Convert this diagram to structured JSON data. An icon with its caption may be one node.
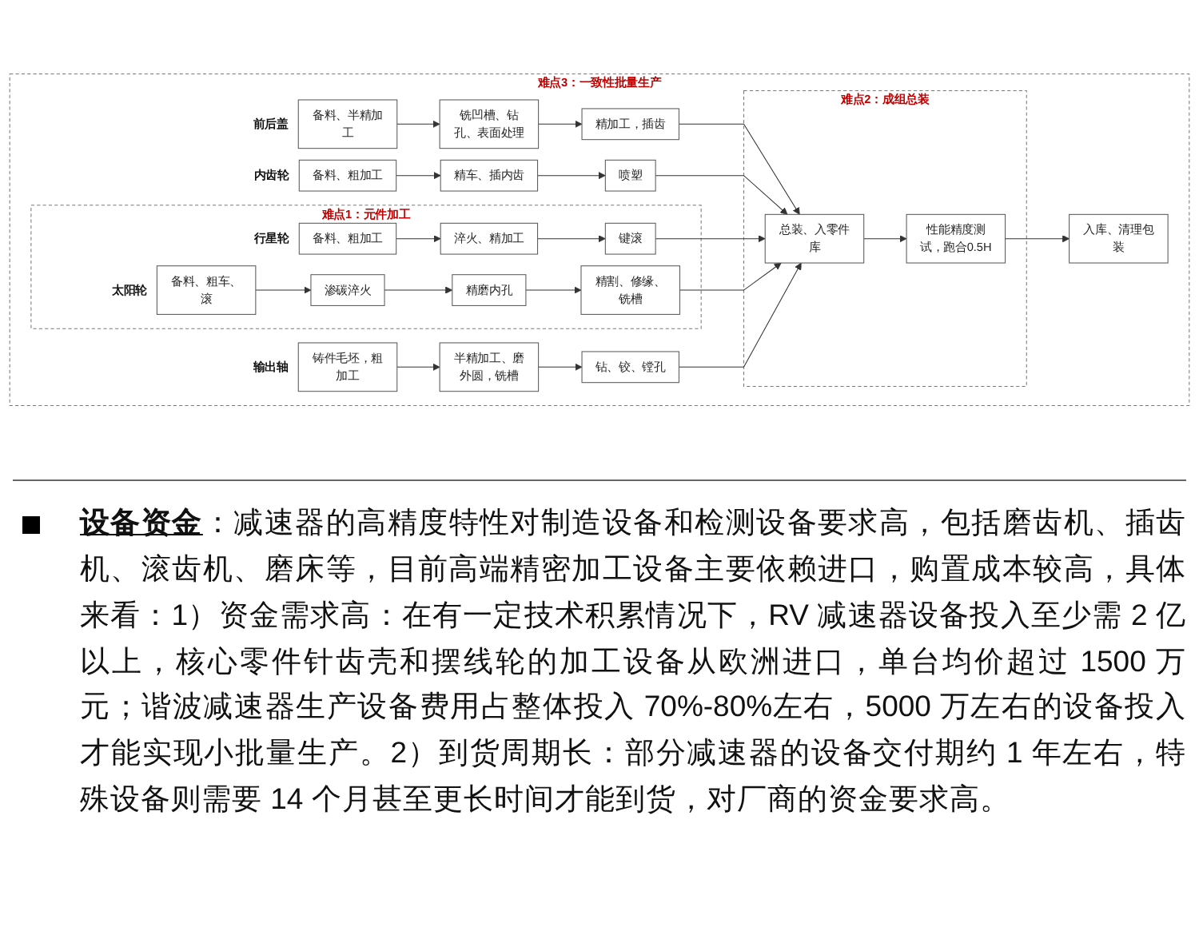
{
  "diagram": {
    "nodes": [
      {
        "text": [
          "难点3：一致性批量生产"
        ]
      },
      {
        "text": [
          "备料、半精加工"
        ],
        "beside": [
          "前后盖"
        ],
        "in": 0
      },
      {
        "text": [
          "铣凹槽、钻孔、表面处理"
        ],
        "in": 0
      },
      {
        "text": [
          "精加工，插齿"
        ],
        "in": 0
      },
      {
        "text": [
          "难点1：元件加工"
        ],
        "in": 0
      },
      {
        "text": [
          "备料、粗加工"
        ],
        "beside": [
          "内齿轮"
        ],
        "in": 0
      },
      {
        "text": [
          "精车、插内齿"
        ],
        "in": 0
      },
      {
        "text": [
          "喷塑"
        ],
        "in": 0
      },
      {
        "text": [
          "键滚"
        ],
        "in": 4
      },
      {
        "text": [
          "淬火、精加工"
        ],
        "in": 4
      },
      {
        "text": [
          "备料、粗加工"
        ],
        "beside": [
          "行星轮"
        ],
        "in": 4
      },
      {
        "text": [
          "精割、修缘、铣槽"
        ],
        "in": 4
      },
      {
        "text": [
          "精磨内孔"
        ],
        "in": 4
      },
      {
        "text": [
          "渗碳淬火"
        ],
        "in": 4
      },
      {
        "text": [
          "备料、粗车、滚"
        ],
        "beside": [
          "太阳轮"
        ],
        "in": 4
      },
      {
        "text": [
          "铸件毛坯，粗加工"
        ],
        "beside": [
          "输出轴"
        ],
        "in": 0
      },
      {
        "text": [
          "半精加工、磨外圆，铣槽"
        ],
        "in": 0
      },
      {
        "text": [
          "钻、铰、镗孔"
        ],
        "in": 0
      },
      {
        "text": [
          "入库、清理包装"
        ],
        "in": 0
      },
      {
        "text": [
          "难点2：成组总装"
        ],
        "in": 0
      },
      {
        "text": [
          "性能精度测试，跑合0.5H"
        ],
        "in": 19
      },
      {
        "text": [
          "总装、入零件库"
        ],
        "in": 19
      }
    ],
    "edges": [
      {
        "from": 1,
        "to": 2,
        "arrow": "to"
      },
      {
        "from": 2,
        "to": 3,
        "arrow": "to"
      },
      {
        "from": 3,
        "to": 21,
        "arrow": "to"
      },
      {
        "from": 5,
        "to": 6,
        "arrow": "to"
      },
      {
        "from": 6,
        "to": 7,
        "arrow": "to"
      },
      {
        "from": 7,
        "to": 21,
        "arrow": "to"
      },
      {
        "from": 10,
        "to": 9,
        "arrow": "to"
      },
      {
        "from": 9,
        "to": 8,
        "arrow": "to"
      },
      {
        "from": 8,
        "to": 21,
        "arrow": "to"
      },
      {
        "from": 14,
        "to": 13,
        "arrow": "to"
      },
      {
        "from": 13,
        "to": 12,
        "arrow": "to"
      },
      {
        "from": 12,
        "to": 11,
        "arrow": "to"
      },
      {
        "from": 11,
        "to": 21,
        "arrow": "to"
      },
      {
        "from": 15,
        "to": 16,
        "arrow": "to"
      },
      {
        "from": 16,
        "to": 17,
        "arrow": "to"
      },
      {
        "from": 17,
        "to": 21,
        "arrow": "to"
      },
      {
        "from": 21,
        "to": 20,
        "arrow": "to"
      },
      {
        "from": 20,
        "to": 18,
        "arrow": "to"
      }
    ],
    "labels": [
      "**设备资金**：减速器的高精度特性对制造设备和检测设备要求高，包括磨齿机、插齿机、滚齿机、磨床等，目前高端精密加工设备主要依赖进口，购置成本较高，具体来看：1）资金需求高：在有一定技术积累情况下，RV 减速器设备投入至少需 2 亿以上，核心零件针齿壳和摆线轮的加工设备从欧洲进口，单台均价超过 1500 万元；谐波减速器生产设备费用占整体投入 70%-80%左右，5000 万左右的设备投入才能实现小批量生产。2）到货周期长：部分减速器的设备交付期约 1 年左右，特殊设备则需要 14 个月甚至更长时间才能到货，对厂商的资金要求高。"
    ]
  }
}
